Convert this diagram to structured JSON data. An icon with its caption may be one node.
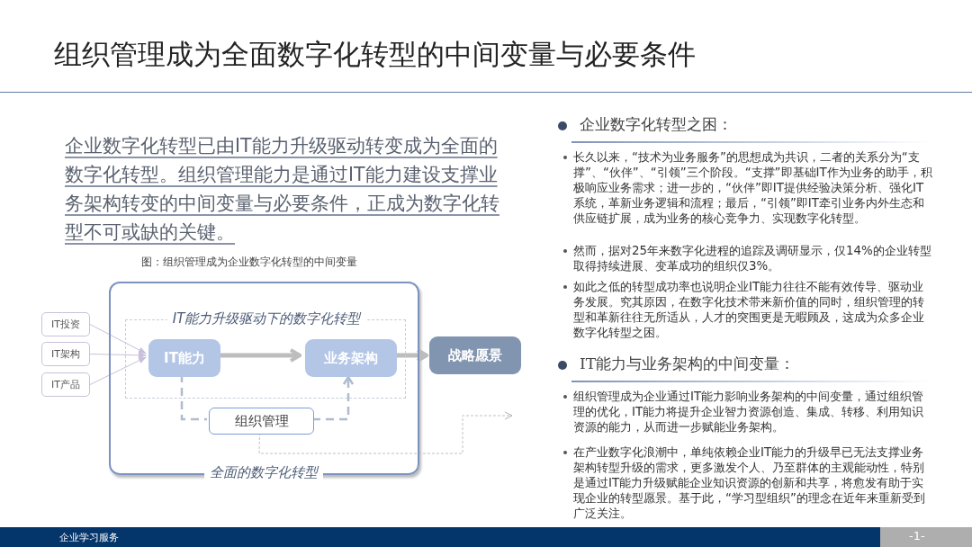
{
  "diagram": {
    "title": "组织管理成为全面数字化转型的中间变量与必要条件",
    "nodes": [
      {
        "text": [
          "全面的数字化转型"
        ]
      },
      {
        "text": [
          "IT能力升级驱动下的数字化转型"
        ],
        "in": 0
      },
      {
        "text": [
          "IT投资"
        ]
      },
      {
        "text": [
          "IT架构"
        ]
      },
      {
        "text": [
          "IT产品"
        ]
      },
      {
        "text": [
          "IT能力"
        ],
        "in": 1
      },
      {
        "text": [
          "业务架构"
        ],
        "in": 1
      },
      {
        "text": [
          "战略愿景"
        ]
      },
      {
        "text": [
          "组织管理"
        ],
        "in": 0
      }
    ],
    "edges": [
      {
        "from": 2,
        "to": 5,
        "arrow": "to",
        "color": "#c9bfdc"
      },
      {
        "from": 3,
        "to": 5,
        "arrow": "to",
        "color": "#c9bfdc"
      },
      {
        "from": 4,
        "to": 5,
        "arrow": "to",
        "color": "#c9bfdc"
      },
      {
        "from": 5,
        "to": 6,
        "arrow": "to",
        "style": "thick",
        "color": "#bdbdbd"
      },
      {
        "from": 6,
        "to": 7,
        "arrow": "to",
        "style": "thick",
        "color": "#bdbdbd"
      },
      {
        "from": 5,
        "to": 8,
        "arrow": "none",
        "style": "dashed",
        "color": "#aebbd0"
      },
      {
        "from": 8,
        "to": 6,
        "arrow": "to",
        "style": "dashed",
        "color": "#aebbd0"
      },
      {
        "from": 8,
        "to": null,
        "arrow": "to",
        "style": "dashed",
        "color": "#b0b0b0"
      }
    ],
    "labels": [
      "企业数字化转型已由IT能力升级驱动转变成为全面的数字化转型。组织管理能力是通过IT能力建设支撑业务架构转变的中间变量与必要条件，正成为数字化转型不可或缺的关键。",
      "图：组织管理成为企业数字化转型的中间变量",
      "企业数字化转型之困：",
      "长久以来，“技术为业务服务”的思想成为共识，二者的关系分为“支撑”、“伙伴”、“引领”三个阶段。“支撑”即基础IT作为业务的助手，积极响应业务需求；进一步的，“伙伴”即IT提供经验决策分析、强化IT系统，革新业务逻辑和流程；最后，“引领”即IT牵引业务内外生态和供应链扩展，成为业务的核心竞争力、实现数字化转型。",
      "然而，据对25年来数字化进程的追踪及调研显示，仅14%的企业转型取得持续进展、变革成功的组织仅3%。",
      "如此之低的转型成功率也说明企业IT能力往往不能有效传导、驱动业务发展。究其原因，在数字化技术带来新价值的同时，组织管理的转型和革新往往无所适从，人才的突围更是无暇顾及，这成为众多企业数字化转型之困。",
      "IT能力与业务架构的中间变量：",
      "组织管理成为企业通过IT能力影响业务架构的中间变量，通过组织管理的优化，IT能力将提升企业智力资源创造、集成、转移、利用知识资源的能力，从而进一步赋能业务架构。",
      "在产业数字化浪潮中，单纯依赖企业IT能力的升级早已无法支撑业务架构转型升级的需求，更多激发个人、乃至群体的主观能动性，特别是通过IT能力升级赋能企业知识资源的创新和共享，将愈发有助于实现企业的转型愿景。基于此，“学习型组织”的理念在近年来重新受到广泛关注。",
      "企业学习服务",
      "-1-"
    ]
  }
}
